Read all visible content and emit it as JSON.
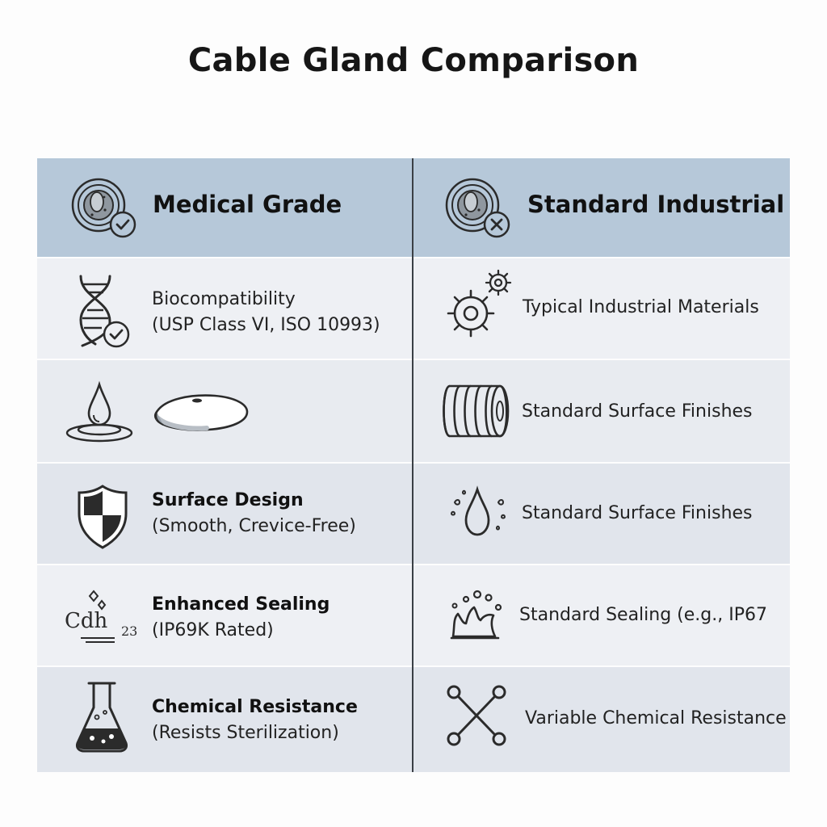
{
  "title": "Cable Gland Comparison",
  "colors": {
    "header_bg": "#b6c8d9",
    "row_light": "#eef0f4",
    "row_dark": "#e1e5ec",
    "divider": "#3a3f45"
  },
  "header": {
    "left": {
      "label": "Medical Grade",
      "icon": "cell-check-icon"
    },
    "right": {
      "label": "Standard Industrial",
      "icon": "cell-x-icon"
    }
  },
  "rows": [
    {
      "left": {
        "icon": "dna-check-icon",
        "line1": "Biocompatibility",
        "line2": "(USP Class VI, ISO 10993)"
      },
      "right": {
        "icon": "gears-icon",
        "line1": "Typical Industrial Materials"
      }
    },
    {
      "left": {
        "icon": "water-drop-icon",
        "icon2": "smooth-pad-icon"
      },
      "right": {
        "icon": "ribbed-cylinder-icon",
        "line1": "Standard Surface Finishes"
      }
    },
    {
      "left": {
        "icon": "shield-icon",
        "line1": "Surface Design",
        "line2": "(Smooth, Crevice-Free)"
      },
      "right": {
        "icon": "splash-drop-icon",
        "line1": "Standard Surface Finishes"
      }
    },
    {
      "left": {
        "icon": "chemical-formula-icon",
        "icon_text": "Cdh",
        "icon_sub": "23",
        "icon_mid": "h",
        "line1": "Enhanced Sealing",
        "line2": "(IP69K Rated)"
      },
      "right": {
        "icon": "water-splash-icon",
        "line1": "Standard Sealing (e.g., IP67"
      }
    },
    {
      "left": {
        "icon": "flask-icon",
        "line1": "Chemical Resistance",
        "line2": "(Resists Sterilization)"
      },
      "right": {
        "icon": "crossed-tools-icon",
        "line1": "Variable Chemical Resistance"
      }
    }
  ]
}
